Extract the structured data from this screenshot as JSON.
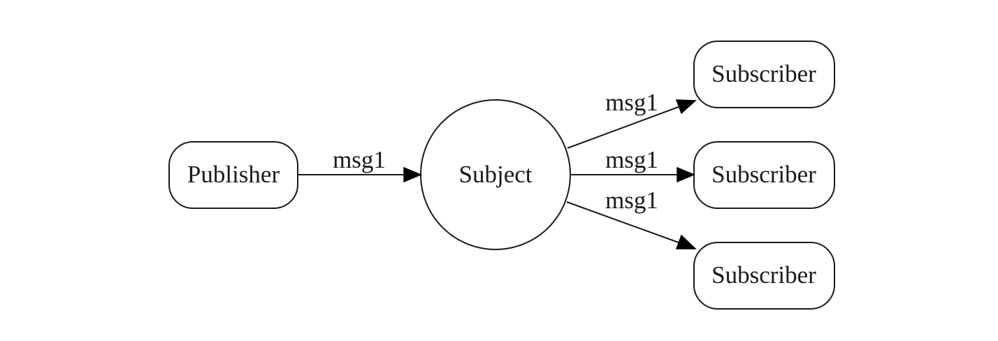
{
  "nodes": {
    "publisher": "Publisher",
    "subject": "Subject",
    "subscriber_top": "Subscriber",
    "subscriber_middle": "Subscriber",
    "subscriber_bottom": "Subscriber"
  },
  "edges": [
    {
      "from": "Publisher",
      "to": "Subject",
      "label": "msg1"
    },
    {
      "from": "Subject",
      "to": "Subscriber",
      "label": "msg1"
    },
    {
      "from": "Subject",
      "to": "Subscriber",
      "label": "msg1"
    },
    {
      "from": "Subject",
      "to": "Subscriber",
      "label": "msg1"
    }
  ],
  "colors": {
    "stroke": "#1a1a1a",
    "background": "#ffffff"
  }
}
